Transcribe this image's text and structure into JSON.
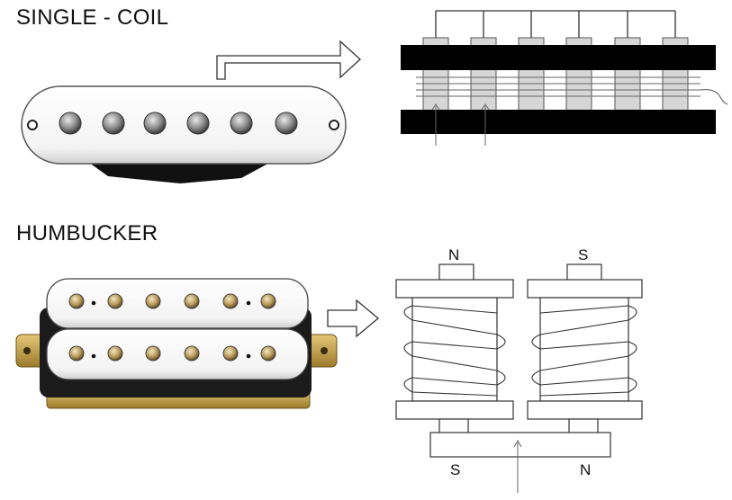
{
  "sections": {
    "single_coil": {
      "title": "SINGLE - COIL"
    },
    "humbucker": {
      "title": "HUMBUCKER",
      "coil_top_left_pole": "N",
      "coil_top_right_pole": "S",
      "bottom_magnet_left_pole": "S",
      "bottom_magnet_right_pole": "N"
    }
  },
  "colors": {
    "ink": "#111111",
    "pickup_cover": "#ffffff",
    "pole_piece": "#8a8a8a",
    "bobbin_black": "#000000",
    "core_gray": "#d6d6d6",
    "brass": "#c8a24a"
  }
}
